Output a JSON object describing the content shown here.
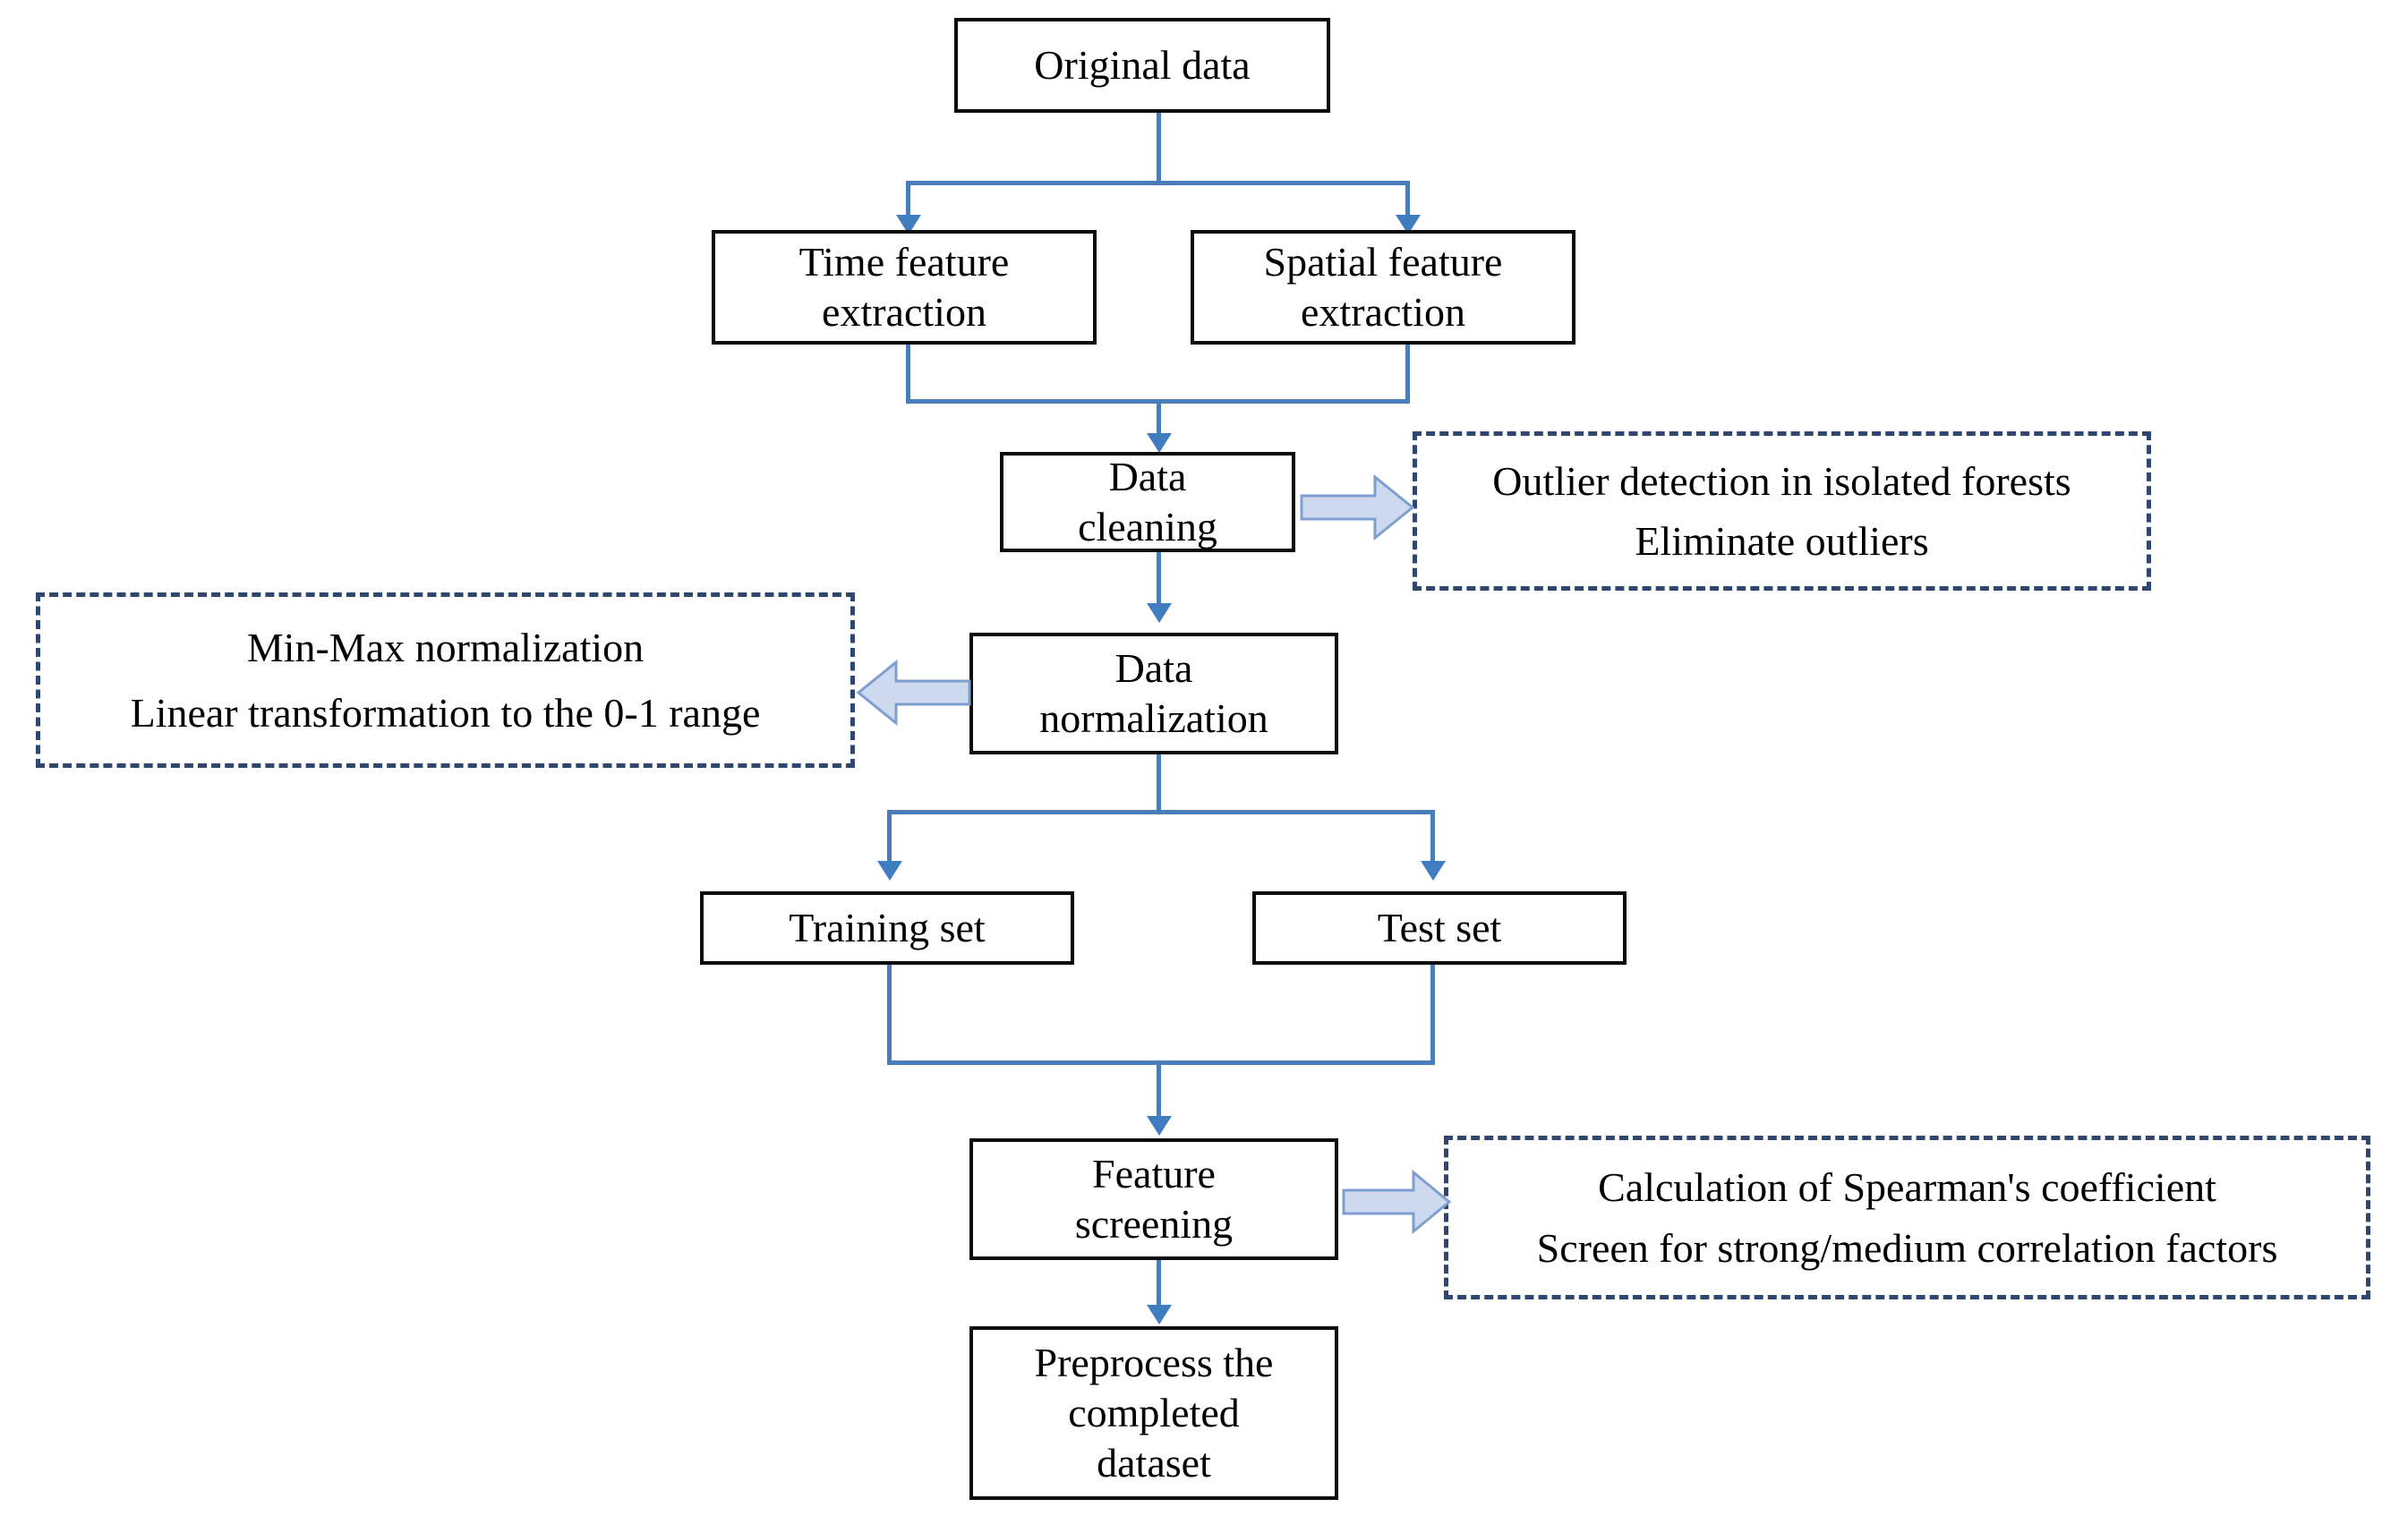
{
  "diagram": {
    "title": "Data preprocessing flowchart",
    "colors": {
      "node_border": "#0b0b0b",
      "node_fill": "#ffffff",
      "connector": "#4a7ebb",
      "arrowhead": "#3f7cc0",
      "dashed_border": "#2e4670",
      "block_arrow_fill": "#ccd9ef",
      "block_arrow_border": "#7f9ed0",
      "text": "#000000",
      "background": "#ffffff"
    },
    "nodes": [
      {
        "id": "original-data",
        "label": "Original data"
      },
      {
        "id": "time-feature",
        "label": "Time feature\nextraction"
      },
      {
        "id": "spatial-feature",
        "label": "Spatial feature\nextraction"
      },
      {
        "id": "data-cleaning",
        "label": "Data\ncleaning"
      },
      {
        "id": "data-normalization",
        "label": "Data\nnormalization"
      },
      {
        "id": "training-set",
        "label": "Training set"
      },
      {
        "id": "test-set",
        "label": "Test set"
      },
      {
        "id": "feature-screening",
        "label": "Feature\nscreening"
      },
      {
        "id": "preprocessed-dataset",
        "label": "Preprocess the\ncompleted\ndataset"
      }
    ],
    "annotations": [
      {
        "id": "outlier-detection-note",
        "lines": [
          "Outlier detection in isolated forests",
          "Eliminate outliers"
        ]
      },
      {
        "id": "normalization-note",
        "lines": [
          "Min-Max normalization",
          "Linear transformation to the 0-1 range"
        ]
      },
      {
        "id": "feature-screening-note",
        "lines": [
          "Calculation of Spearman's coefficient",
          "Screen for strong/medium correlation factors"
        ]
      }
    ],
    "block_arrows": [
      {
        "id": "cleaning-to-outlier-note",
        "direction": "right"
      },
      {
        "id": "normalization-to-note",
        "direction": "left"
      },
      {
        "id": "screening-to-note",
        "direction": "right"
      }
    ],
    "flow_edges": [
      {
        "from": "original-data",
        "to": "time-feature"
      },
      {
        "from": "original-data",
        "to": "spatial-feature"
      },
      {
        "from": "time-feature",
        "to": "data-cleaning"
      },
      {
        "from": "spatial-feature",
        "to": "data-cleaning"
      },
      {
        "from": "data-cleaning",
        "to": "data-normalization"
      },
      {
        "from": "data-normalization",
        "to": "training-set"
      },
      {
        "from": "data-normalization",
        "to": "test-set"
      },
      {
        "from": "training-set",
        "to": "feature-screening"
      },
      {
        "from": "test-set",
        "to": "feature-screening"
      },
      {
        "from": "feature-screening",
        "to": "preprocessed-dataset"
      }
    ]
  }
}
